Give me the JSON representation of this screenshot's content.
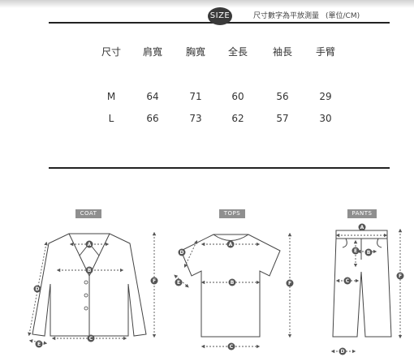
{
  "header": {
    "badge": "SIZE",
    "note": "尺寸數字為平放測量",
    "unit": "(單位/CM)"
  },
  "table": {
    "headers": [
      "尺寸",
      "肩寬",
      "胸寬",
      "全長",
      "袖長",
      "手臂"
    ],
    "rows": [
      [
        "M",
        "64",
        "71",
        "60",
        "56",
        "29"
      ],
      [
        "L",
        "66",
        "73",
        "62",
        "57",
        "30"
      ]
    ]
  },
  "diagrams": {
    "coat": {
      "label": "COAT",
      "markers": [
        "A",
        "B",
        "C",
        "D",
        "E",
        "F"
      ]
    },
    "tops": {
      "label": "TOPS",
      "markers": [
        "A",
        "B",
        "C",
        "D",
        "E",
        "F"
      ]
    },
    "pants": {
      "label": "PANTS",
      "markers": [
        "A",
        "B",
        "C",
        "D",
        "E",
        "F"
      ]
    }
  }
}
